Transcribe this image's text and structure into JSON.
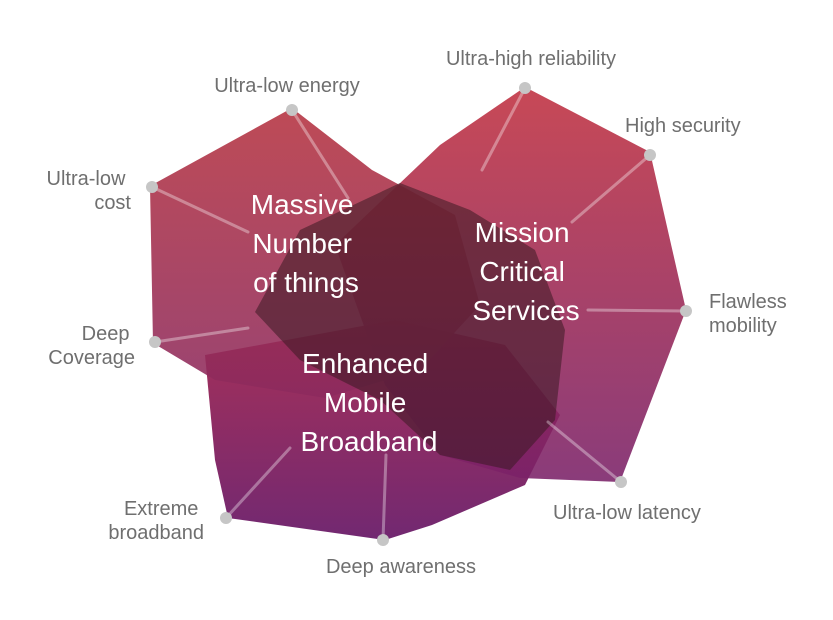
{
  "diagram": {
    "regions": [
      {
        "id": "massive",
        "lines": [
          "Massive",
          "Number",
          "of things"
        ]
      },
      {
        "id": "mission",
        "lines": [
          "Mission",
          "Critical",
          "Services"
        ]
      },
      {
        "id": "embb",
        "lines": [
          "Enhanced",
          "Mobile",
          "Broadband"
        ]
      }
    ],
    "nodes": [
      {
        "id": "ultra-low-energy",
        "lines": [
          "Ultra-low energy"
        ]
      },
      {
        "id": "ultra-low-cost",
        "lines": [
          "Ultra-low",
          "cost"
        ]
      },
      {
        "id": "deep-coverage",
        "lines": [
          "Deep",
          "Coverage"
        ]
      },
      {
        "id": "ultra-high-reliability",
        "lines": [
          "Ultra-high reliability"
        ]
      },
      {
        "id": "high-security",
        "lines": [
          "High security"
        ]
      },
      {
        "id": "flawless-mobility",
        "lines": [
          "Flawless",
          "mobility"
        ]
      },
      {
        "id": "ultra-low-latency",
        "lines": [
          "Ultra-low latency"
        ]
      },
      {
        "id": "deep-awareness",
        "lines": [
          "Deep awareness"
        ]
      },
      {
        "id": "extreme-broadband",
        "lines": [
          "Extreme",
          "broadband"
        ]
      }
    ],
    "colors": {
      "massive_top": "#b5323f",
      "massive_bottom": "#8c2a5e",
      "mission_top": "#c0303f",
      "mission_bottom": "#7a2168",
      "embb_top": "#a3264f",
      "embb_bottom": "#6a1d6a",
      "overlap": "#3a1a22",
      "node_dot": "#c6c6c6",
      "node_text": "#6f6f6f"
    }
  }
}
